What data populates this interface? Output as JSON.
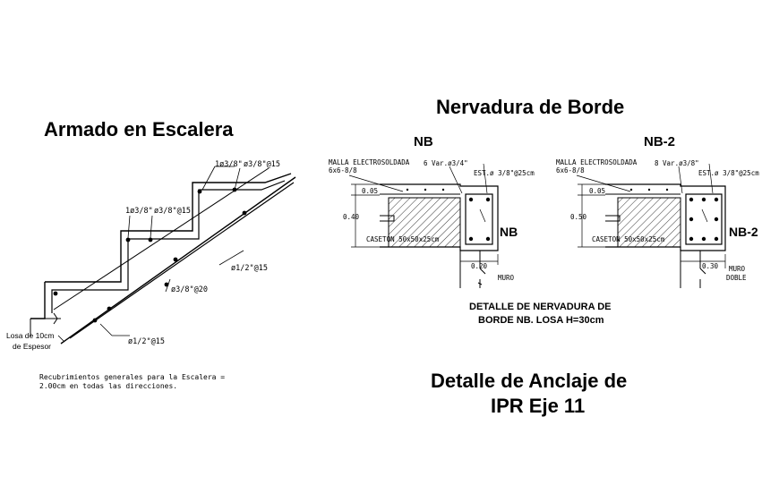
{
  "stair": {
    "title": "Armado en Escalera",
    "bar_top": "1ø3/8\"",
    "spacing_top": "ø3/8\"@15",
    "bar_mid": "1ø3/8\"",
    "spacing_mid": "ø3/8\"@15",
    "bar_diag1": "ø1/2\"@15",
    "bar_diag2": "ø3/8\"@20",
    "bar_diag3": "ø1/2\"@15",
    "slab_line1": "Losa de 10cm",
    "slab_line2": "de Espesor",
    "cover_line1": "Recubrimientos generales para la Escalera =",
    "cover_line2": "2.00cm en todas las direcciones."
  },
  "rib": {
    "title": "Nervadura de Borde",
    "nb": {
      "label": "NB",
      "mesh_line1": "MALLA ELECTROSOLDADA",
      "mesh_line2": "6x6-8/8",
      "bars": "6 Var.ø3/4\"",
      "stirrup": "EST.ø 3/8\"@25cm",
      "dim_top": "0.05",
      "dim_height": "0.40",
      "caseton": "CASETON 50x50x25cm",
      "side_label": "NB",
      "dim_width": "0.20",
      "wall": "MURO"
    },
    "nb2": {
      "label": "NB-2",
      "mesh_line1": "MALLA ELECTROSOLDADA",
      "mesh_line2": "6x6-8/8",
      "bars": "8 Var.ø3/8\"",
      "stirrup": "EST.ø 3/8\"@25cm",
      "dim_top": "0.05",
      "dim_height": "0.50",
      "caseton": "CASETON 50x50x25cm",
      "side_label": "NB-2",
      "dim_width": "0.30",
      "wall_line1": "MURO",
      "wall_line2": "DOBLE"
    },
    "detail_line1": "DETALLE DE NERVADURA DE",
    "detail_line2": "BORDE NB. LOSA H=30cm"
  },
  "anchor": {
    "title_line1": "Detalle de Anclaje de",
    "title_line2": "IPR Eje 11"
  }
}
